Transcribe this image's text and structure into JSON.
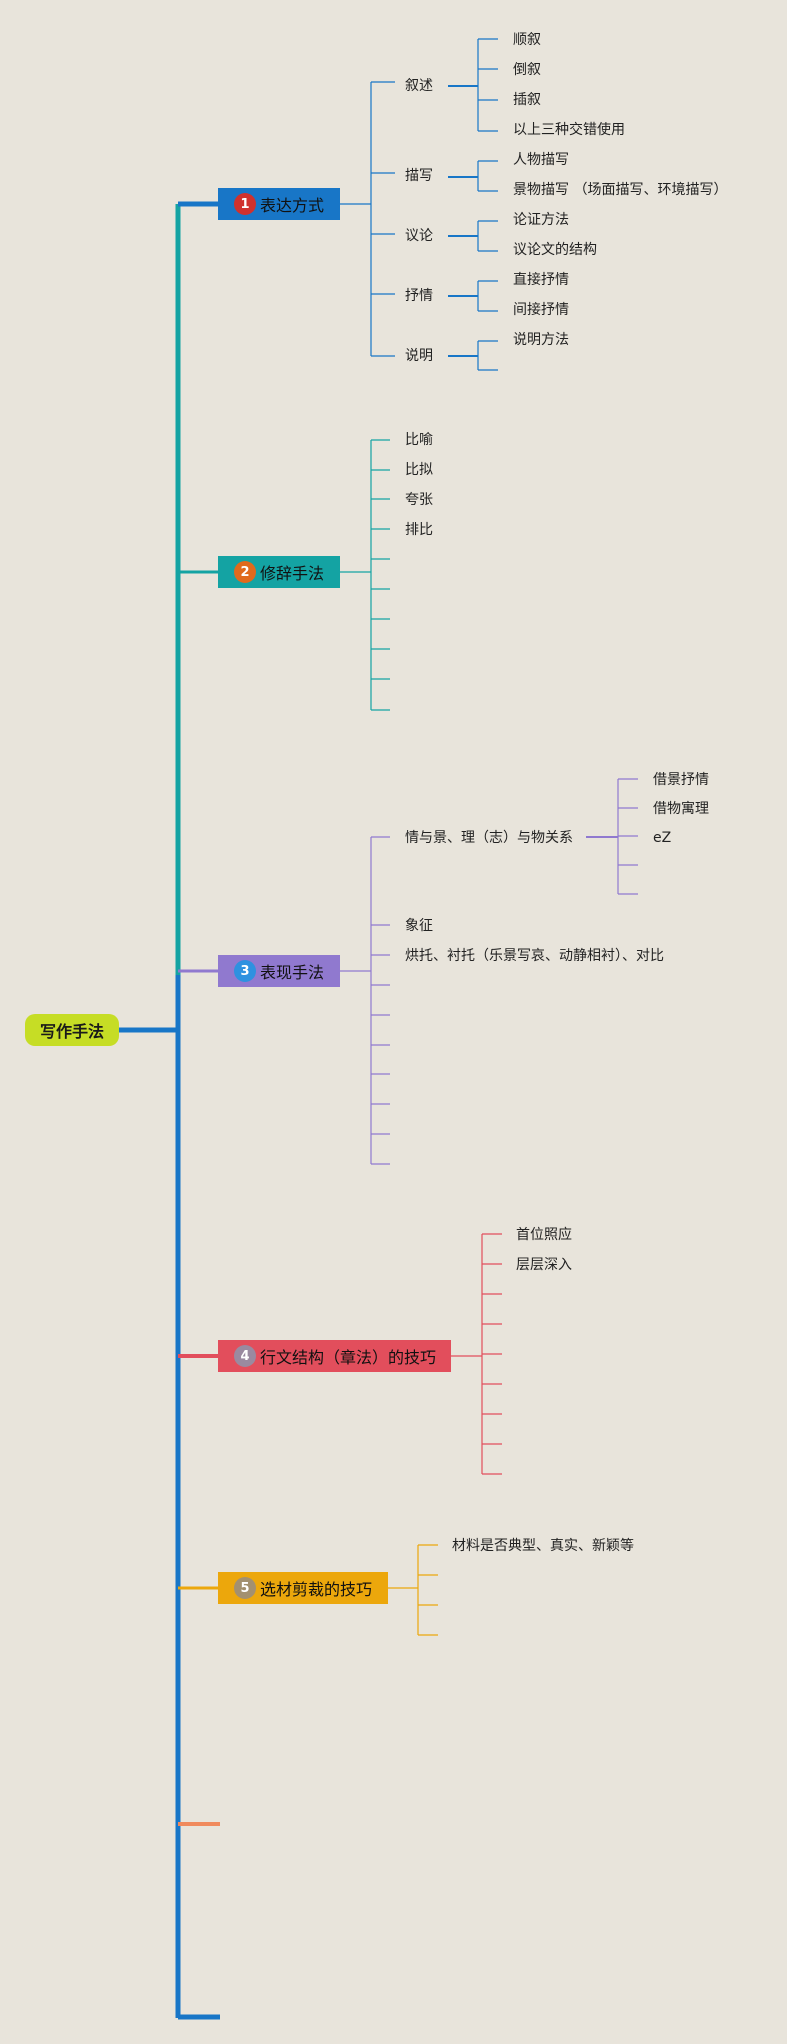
{
  "root": {
    "label": "写作手法"
  },
  "branches": [
    {
      "num": "1",
      "label": "表达方式",
      "color": "#1876c7",
      "badge": "#d0312d"
    },
    {
      "num": "2",
      "label": "修辞手法",
      "color": "#14a3a3",
      "badge": "#e06a1c"
    },
    {
      "num": "3",
      "label": "表现手法",
      "color": "#9079cf",
      "badge": "#2e91e0"
    },
    {
      "num": "4",
      "label": "行文结构（章法）的技巧",
      "color": "#e24e5c",
      "badge": "#9a8aa0"
    },
    {
      "num": "5",
      "label": "选材剪裁的技巧",
      "color": "#eca70c",
      "badge": "#a39070"
    }
  ],
  "b1": {
    "subs": [
      "叙述",
      "描写",
      "议论",
      "抒情",
      "说明"
    ],
    "leaves": {
      "narr": [
        "顺叙",
        "倒叙",
        "插叙",
        "以上三种交错使用"
      ],
      "desc": [
        "人物描写",
        "景物描写 （场面描写、环境描写）"
      ],
      "arg": [
        "论证方法",
        "议论文的结构"
      ],
      "lyr": [
        "直接抒情",
        "间接抒情"
      ],
      "expl": [
        "说明方法"
      ]
    }
  },
  "b2": {
    "items": [
      "比喻",
      "比拟",
      "夸张",
      "排比"
    ]
  },
  "b3": {
    "items": [
      "情与景、理（志）与物关系",
      "象征",
      "烘托、衬托（乐景写哀、动静相衬）、对比"
    ],
    "leaves": [
      "借景抒情",
      "借物寓理",
      "eZ"
    ]
  },
  "b4": {
    "items": [
      "首位照应",
      "层层深入"
    ]
  },
  "b5": {
    "items": [
      "材料是否典型、真实、新颖等"
    ]
  }
}
